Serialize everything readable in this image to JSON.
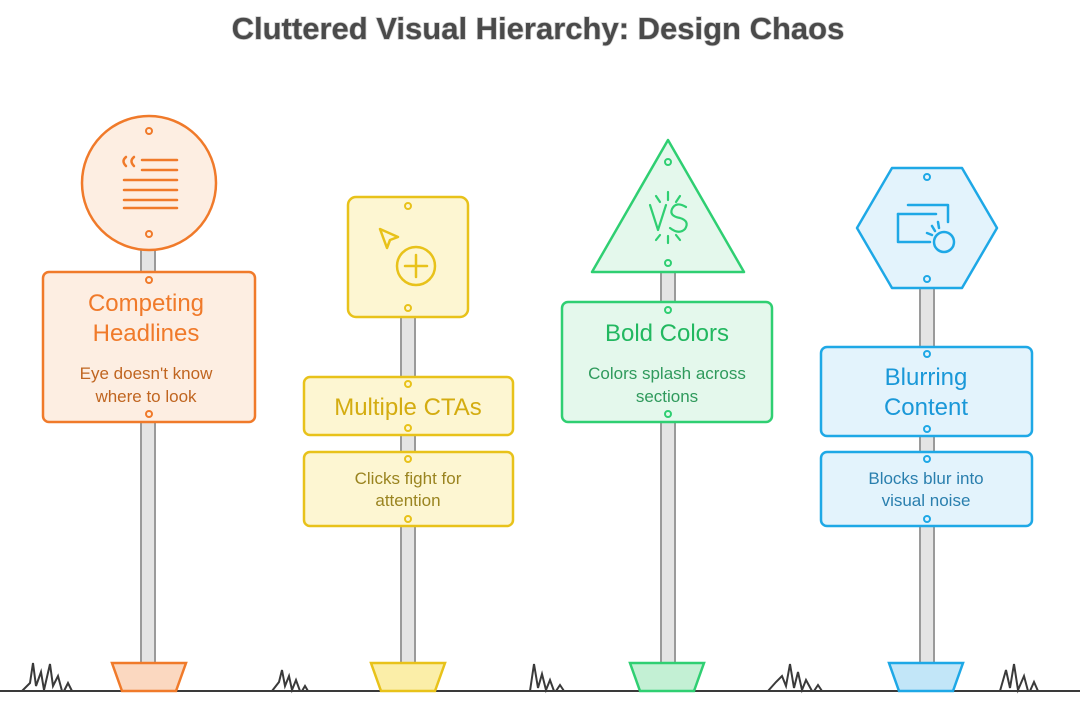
{
  "title": "Cluttered Visual Hierarchy: Design Chaos",
  "signs": [
    {
      "id": "competing-headlines",
      "label_lines": [
        "Competing",
        "Headlines"
      ],
      "desc_lines": [
        "Eye doesn't know",
        "where to look"
      ],
      "shape": "circle",
      "icon": "quote-text-icon",
      "color": "#f07a2a",
      "fill": "#fdeee2"
    },
    {
      "id": "multiple-ctas",
      "label_lines": [
        "Multiple CTAs"
      ],
      "desc_lines": [
        "Clicks fight for",
        "attention"
      ],
      "shape": "rounded-square",
      "icon": "cursor-plus-icon",
      "color": "#e8c21a",
      "fill": "#fdf6d2"
    },
    {
      "id": "bold-colors",
      "label_lines": [
        "Bold Colors"
      ],
      "desc_lines": [
        "Colors splash across",
        "sections"
      ],
      "shape": "triangle",
      "icon": "vs-icon",
      "color": "#2fcf72",
      "fill": "#e4f8ec"
    },
    {
      "id": "blurring-content",
      "label_lines": [
        "Blurring",
        "Content"
      ],
      "desc_lines": [
        "Blocks blur into",
        "visual noise"
      ],
      "shape": "hexagon",
      "icon": "screen-click-icon",
      "color": "#1ea8e6",
      "fill": "#e3f3fc"
    }
  ]
}
